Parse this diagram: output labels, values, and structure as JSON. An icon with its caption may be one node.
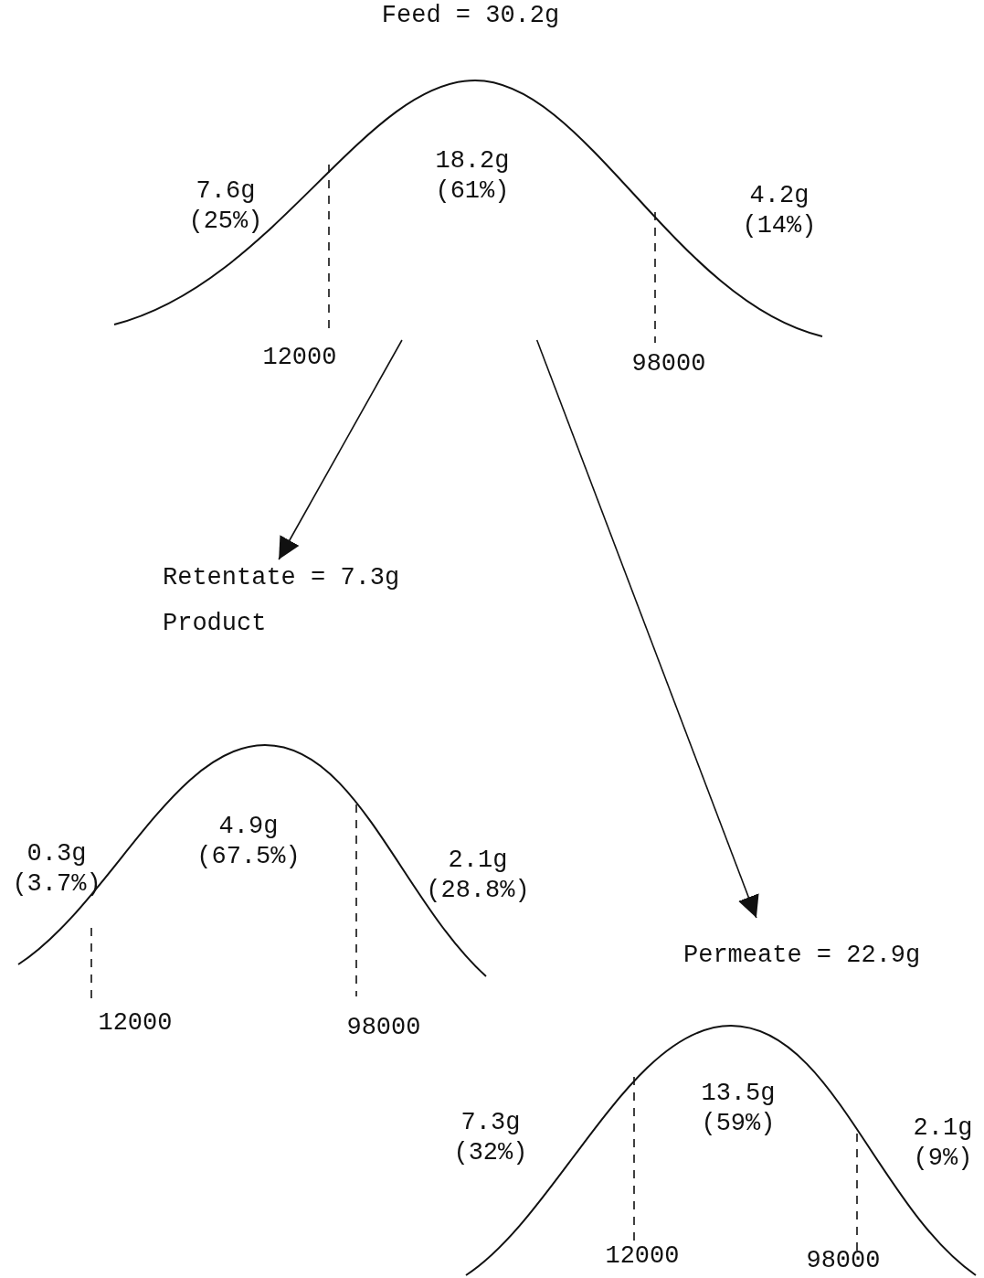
{
  "diagram": {
    "nodes": [
      {
        "text": [
          "Feed = 30.2g"
        ]
      },
      {
        "text": [
          "Retentate = 7.3g",
          "Product"
        ]
      },
      {
        "text": [
          "Permeate = 22.9g"
        ]
      }
    ],
    "edges": [
      {
        "from": 0,
        "to": 1,
        "arrow": "to"
      },
      {
        "from": 0,
        "to": 2,
        "arrow": "to"
      }
    ],
    "labels": [
      "7.6g (25%)",
      "18.2g (61%)",
      "4.2g (14%)",
      "12000",
      "98000",
      "0.3g (3.7%)",
      "4.9g (67.5%)",
      "2.1g (28.8%)",
      "12000",
      "98000",
      "7.3g (32%)",
      "13.5g (59%)",
      "2.1g (9%)",
      "12000",
      "98000"
    ]
  }
}
